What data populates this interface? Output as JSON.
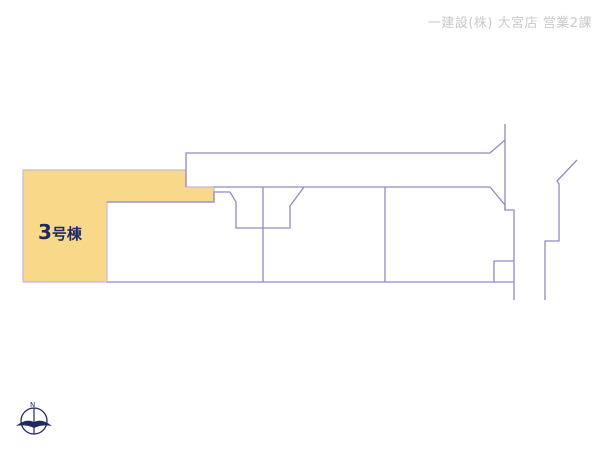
{
  "header": {
    "company": "一建設(株) 大宮店 営業2課"
  },
  "plan": {
    "highlighted_lot": {
      "number": "3",
      "suffix": "号棟",
      "fill": "#f8d98a",
      "stroke": "#b9a6d6"
    },
    "line_color": "#8e8cc0"
  },
  "compass": {
    "label": "N",
    "color": "#1f2a63"
  }
}
